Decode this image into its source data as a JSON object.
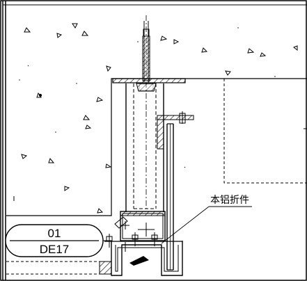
{
  "drawing": {
    "callout": {
      "number": "01",
      "sheet": "DE17"
    },
    "leader_note": "本铝折件"
  }
}
